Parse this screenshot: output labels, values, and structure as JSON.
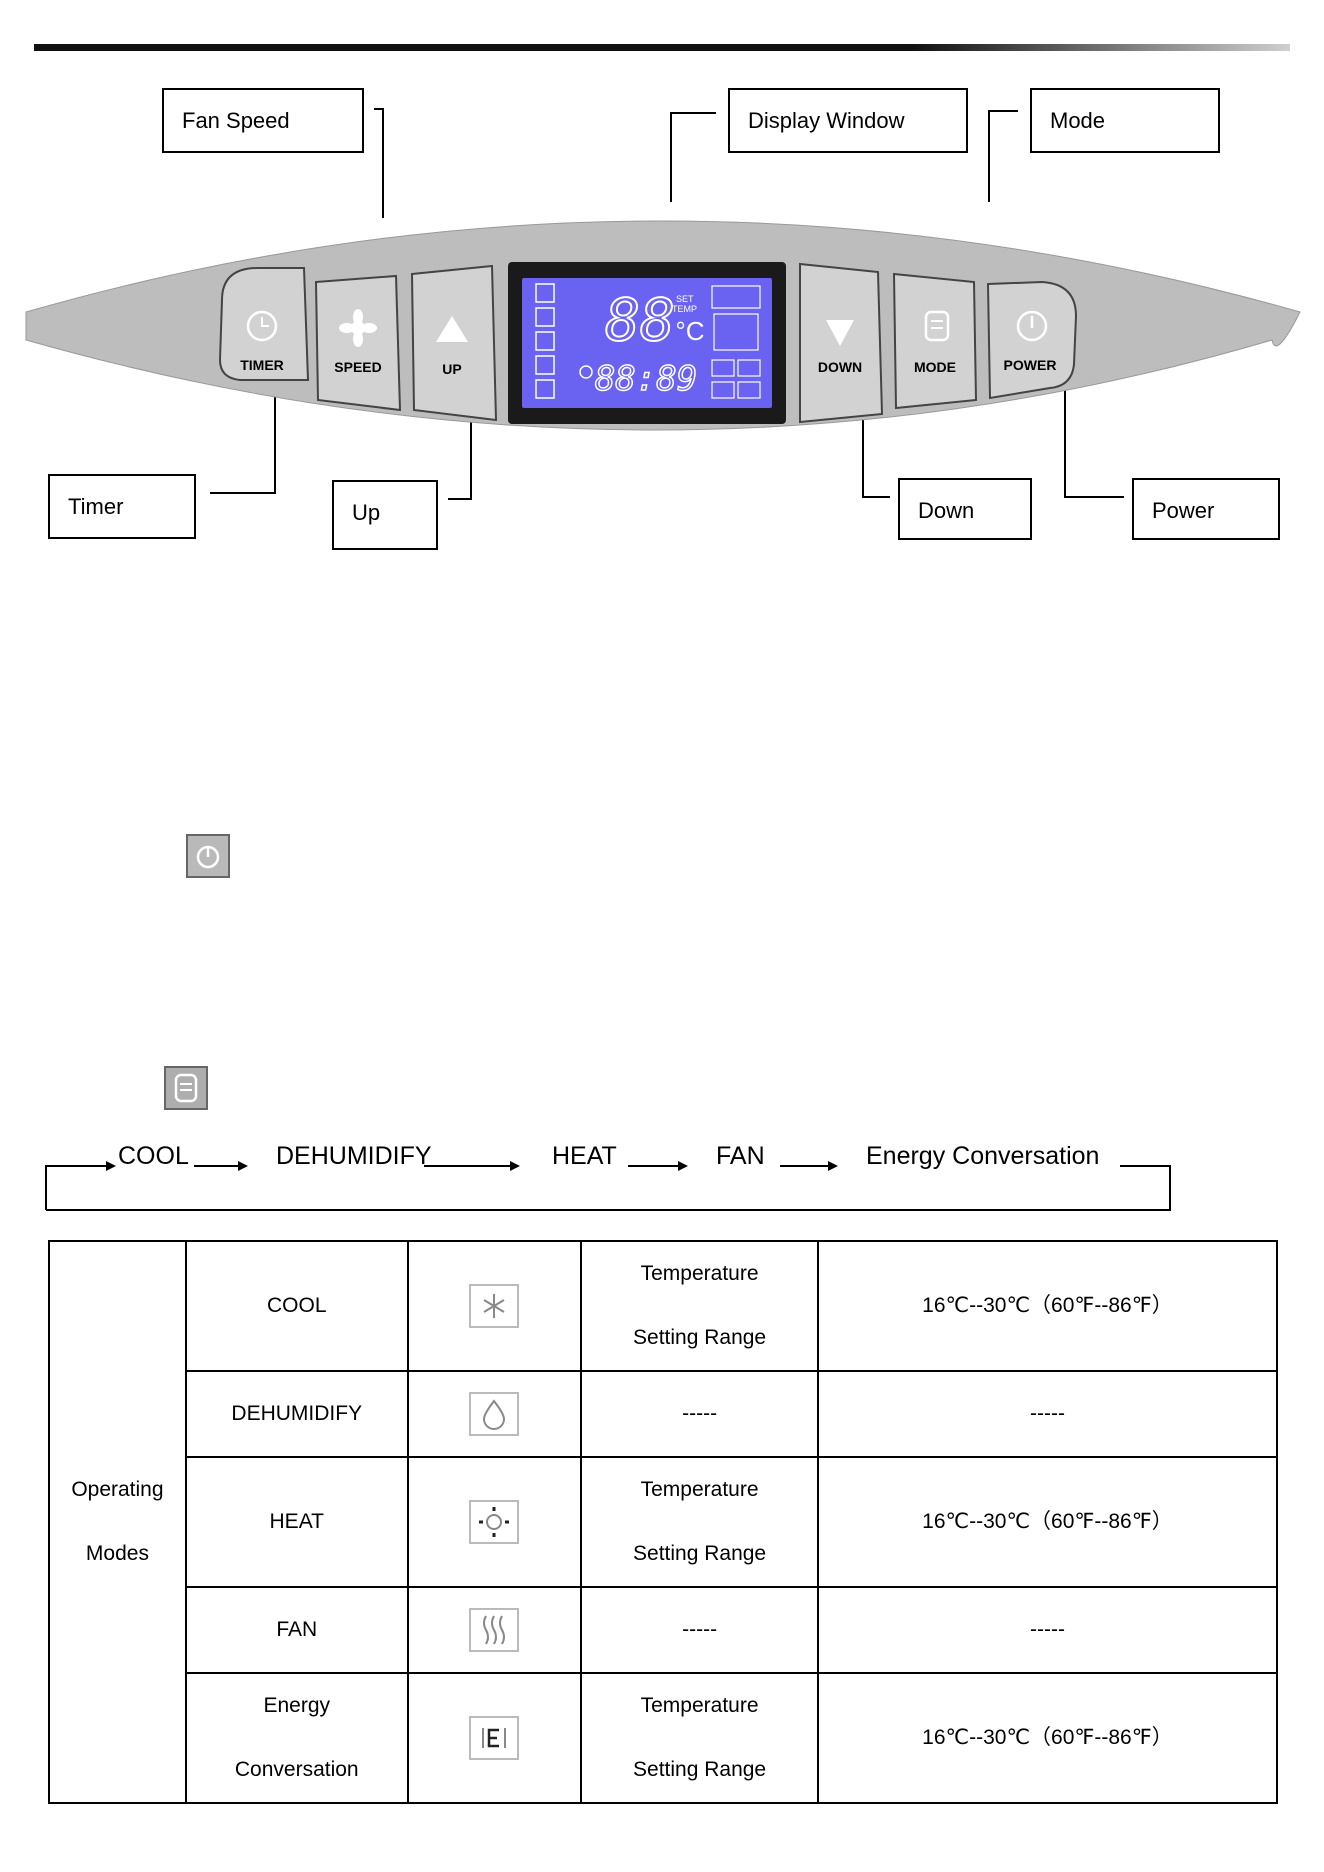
{
  "callouts": {
    "fan_speed": "Fan Speed",
    "display_window": "Display Window",
    "mode": "Mode",
    "timer": "Timer",
    "up": "Up",
    "down": "Down",
    "power": "Power"
  },
  "panel": {
    "buttons": {
      "timer": "TIMER",
      "speed": "SPEED",
      "up": "UP",
      "down": "DOWN",
      "mode": "MODE",
      "power": "POWER"
    },
    "display": {
      "temp_digits": "88",
      "unit": "°C",
      "set_label": "SET",
      "temp_label": "TEMP",
      "time_digits": "88:89"
    }
  },
  "flow": {
    "steps": [
      "COOL",
      "DEHUMIDIFY",
      "HEAT",
      "FAN",
      "Energy Conversation"
    ]
  },
  "table": {
    "row_header": [
      "Operating",
      "Modes"
    ],
    "rows": [
      {
        "mode": [
          "COOL"
        ],
        "icon": "snowflake-icon",
        "setting": [
          "Temperature",
          "Setting Range"
        ],
        "range": "16℃--30℃（60℉--86℉）"
      },
      {
        "mode": [
          "DEHUMIDIFY"
        ],
        "icon": "droplet-icon",
        "setting": [
          "-----"
        ],
        "range": "-----"
      },
      {
        "mode": [
          "HEAT"
        ],
        "icon": "sun-icon",
        "setting": [
          "Temperature",
          "Setting Range"
        ],
        "range": "16℃--30℃（60℉--86℉）"
      },
      {
        "mode": [
          "FAN"
        ],
        "icon": "wave-icon",
        "setting": [
          "-----"
        ],
        "range": "-----"
      },
      {
        "mode": [
          "Energy",
          "Conversation"
        ],
        "icon": "energy-e-icon",
        "setting": [
          "Temperature",
          "Setting Range"
        ],
        "range": "16℃--30℃（60℉--86℉）"
      }
    ]
  },
  "colors": {
    "panel_gray": "#bdbdbd",
    "button_gray": "#d2d2d2",
    "display_bg": "#1a1a1a",
    "lcd_blue": "#6a62f0",
    "lcd_text": "#ffffff"
  }
}
